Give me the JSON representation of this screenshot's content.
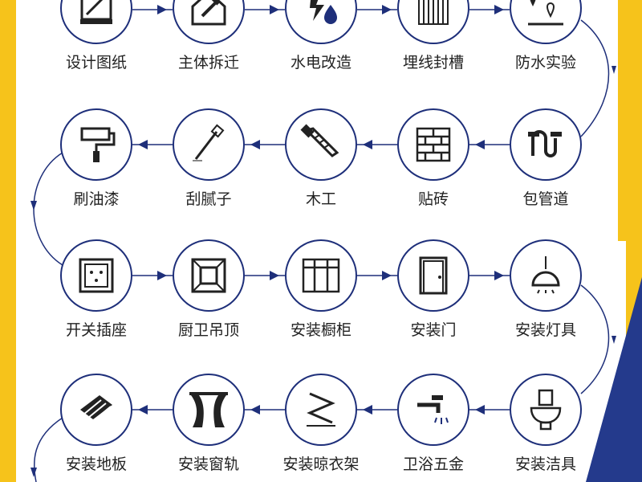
{
  "steps": [
    {
      "label": "设计图纸",
      "icon": "design-drawing-icon"
    },
    {
      "label": "主体拆迁",
      "icon": "demolition-icon"
    },
    {
      "label": "水电改造",
      "icon": "water-electric-icon"
    },
    {
      "label": "埋线封槽",
      "icon": "wire-channel-icon"
    },
    {
      "label": "防水实验",
      "icon": "waterproof-test-icon"
    },
    {
      "label": "包管道",
      "icon": "pipe-wrap-icon"
    },
    {
      "label": "贴砖",
      "icon": "tile-icon"
    },
    {
      "label": "木工",
      "icon": "saw-icon"
    },
    {
      "label": "刮腻子",
      "icon": "putty-knife-icon"
    },
    {
      "label": "刷油漆",
      "icon": "paint-roller-icon"
    },
    {
      "label": "开关插座",
      "icon": "socket-icon"
    },
    {
      "label": "厨卫吊顶",
      "icon": "ceiling-icon"
    },
    {
      "label": "安装橱柜",
      "icon": "cabinet-icon"
    },
    {
      "label": "安装门",
      "icon": "door-icon"
    },
    {
      "label": "安装灯具",
      "icon": "lamp-icon"
    },
    {
      "label": "安装洁具",
      "icon": "toilet-icon"
    },
    {
      "label": "卫浴五金",
      "icon": "faucet-icon"
    },
    {
      "label": "安装晾衣架",
      "icon": "clothes-rack-icon"
    },
    {
      "label": "安装窗轨",
      "icon": "curtain-rail-icon"
    },
    {
      "label": "安装地板",
      "icon": "floorboard-icon"
    }
  ],
  "colors": {
    "yellow": "#f6c31b",
    "blue": "#1e2f7a",
    "text": "#222222"
  }
}
